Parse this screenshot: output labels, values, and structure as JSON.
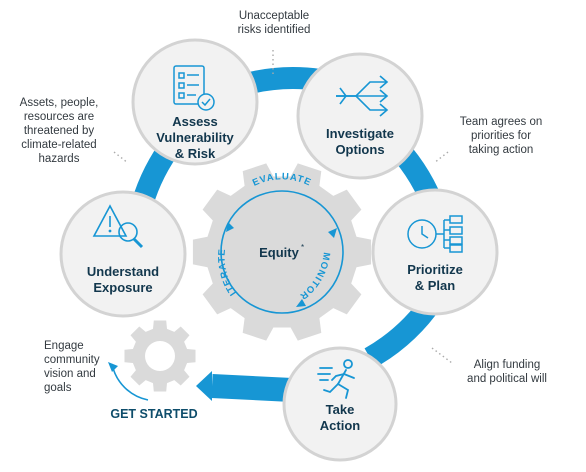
{
  "colors": {
    "ring": "#1796d4",
    "dark_blue": "#0e4d6b",
    "text": "#12374d",
    "circle_fill": "#f2f2f2",
    "circle_border": "#d3d3d3",
    "gear": "#dadada"
  },
  "stages": [
    {
      "id": "assess",
      "lines": [
        "Assess",
        "Vulnerability",
        "& Risk"
      ],
      "icon": "checklist-icon"
    },
    {
      "id": "investigate",
      "lines": [
        "Investigate",
        "Options"
      ],
      "icon": "diverging-arrows-icon"
    },
    {
      "id": "prioritize",
      "lines": [
        "Prioritize",
        "& Plan"
      ],
      "icon": "clock-flowchart-icon"
    },
    {
      "id": "take-action",
      "lines": [
        "Take",
        "Action"
      ],
      "icon": "running-person-icon"
    },
    {
      "id": "understand",
      "lines": [
        "Understand",
        "Exposure"
      ],
      "icon": "warning-magnifier-icon"
    }
  ],
  "notes": {
    "unacceptable_risks": [
      "Unacceptable",
      "risks identified"
    ],
    "assets_threatened": [
      "Assets, people,",
      "resources are",
      "threatened by",
      "climate-related",
      "hazards"
    ],
    "team_agrees": [
      "Team agrees on",
      "priorities for",
      "taking action"
    ],
    "align_funding": [
      "Align funding",
      "and political will"
    ],
    "engage_community": [
      "Engage",
      "community",
      "vision and",
      "goals"
    ]
  },
  "center": {
    "label": "Equity",
    "superscript": "*",
    "cycle_words": {
      "top": "EVALUATE",
      "right": "MONITOR",
      "left": "ITERATE"
    }
  },
  "get_started": "GET STARTED"
}
